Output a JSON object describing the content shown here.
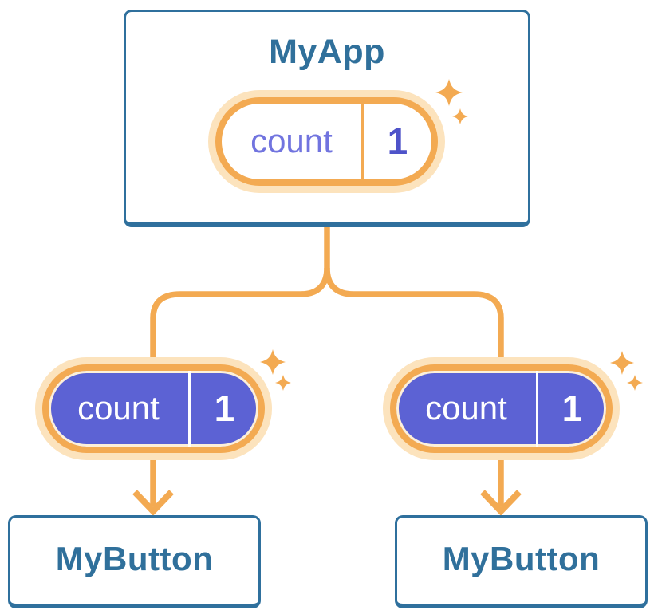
{
  "diagram": {
    "root": {
      "title": "MyApp",
      "state": {
        "label": "count",
        "value": "1"
      }
    },
    "children": [
      {
        "title": "MyButton",
        "state": {
          "label": "count",
          "value": "1"
        }
      },
      {
        "title": "MyButton",
        "state": {
          "label": "count",
          "value": "1"
        }
      }
    ]
  },
  "colors": {
    "background": "#ffffff",
    "node_border_blue": "#2f709d",
    "node_text_blue": "#30709b",
    "edge_orange": "#f3aa52",
    "halo_cream": "#fce3bd",
    "inner_ring_cream": "#fdf0da",
    "state_purple": "#5c62d4",
    "state_label_purple": "#7174df",
    "state_value_purple": "#4e53c9",
    "state_text_white": "#ffffff"
  }
}
